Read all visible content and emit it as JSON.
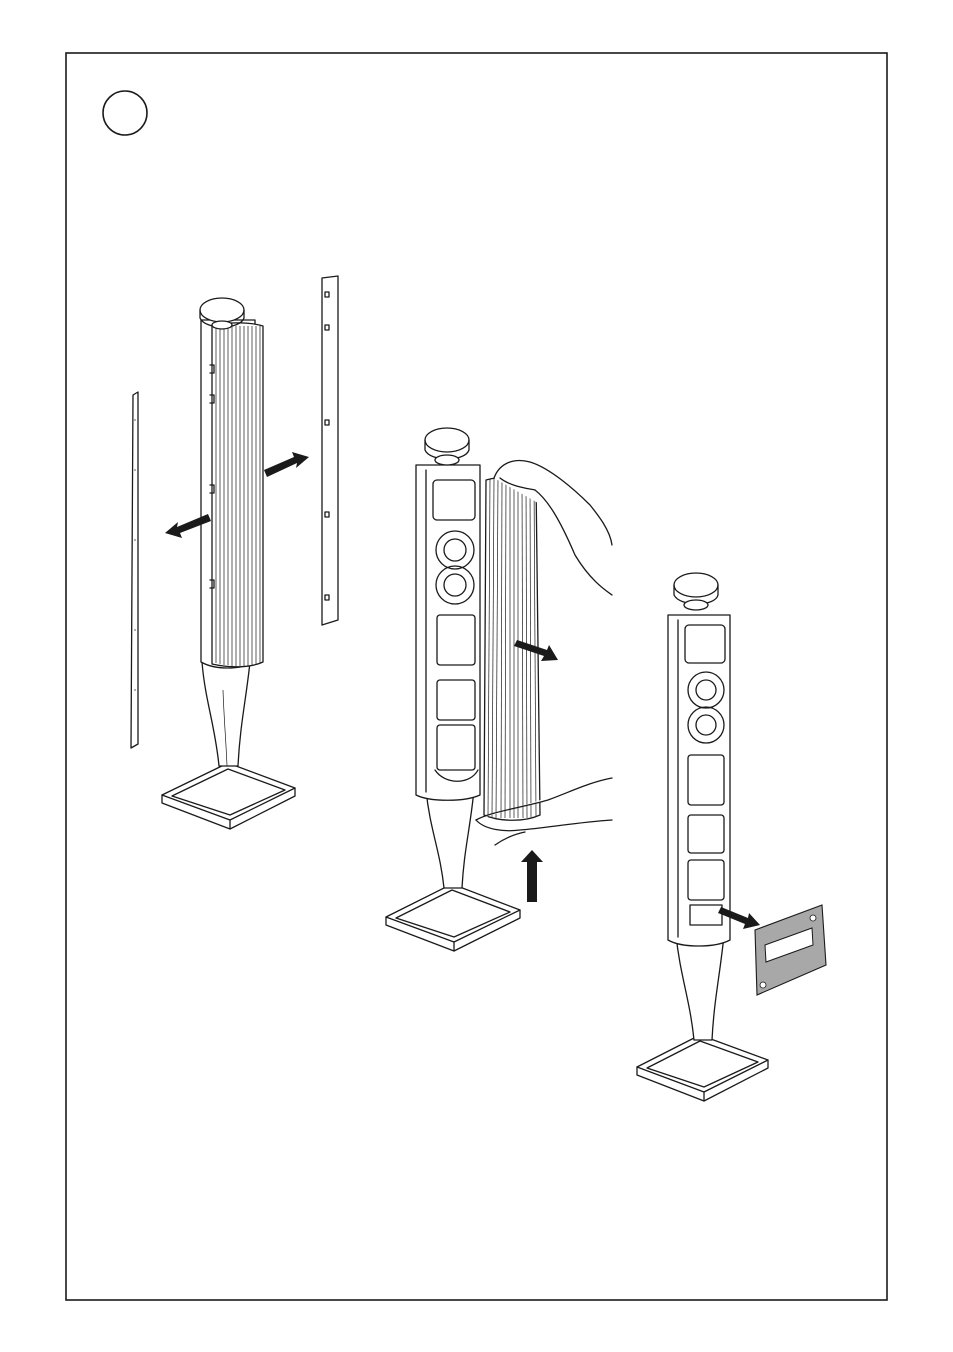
{
  "page": {
    "step_marker_label": "",
    "border_color": "#1a1a1a",
    "background_color": "#ffffff"
  },
  "illustrations": [
    {
      "name": "speaker-with-side-panels-removed",
      "description_icon": "floor-speaker-icon"
    },
    {
      "name": "speaker-with-front-cover-removed",
      "description_icon": "floor-speaker-icon"
    },
    {
      "name": "speaker-with-plate-removed",
      "description_icon": "floor-speaker-icon"
    }
  ],
  "colors": {
    "line": "#1a1a1a",
    "panel_grey": "#a8a8a8"
  }
}
